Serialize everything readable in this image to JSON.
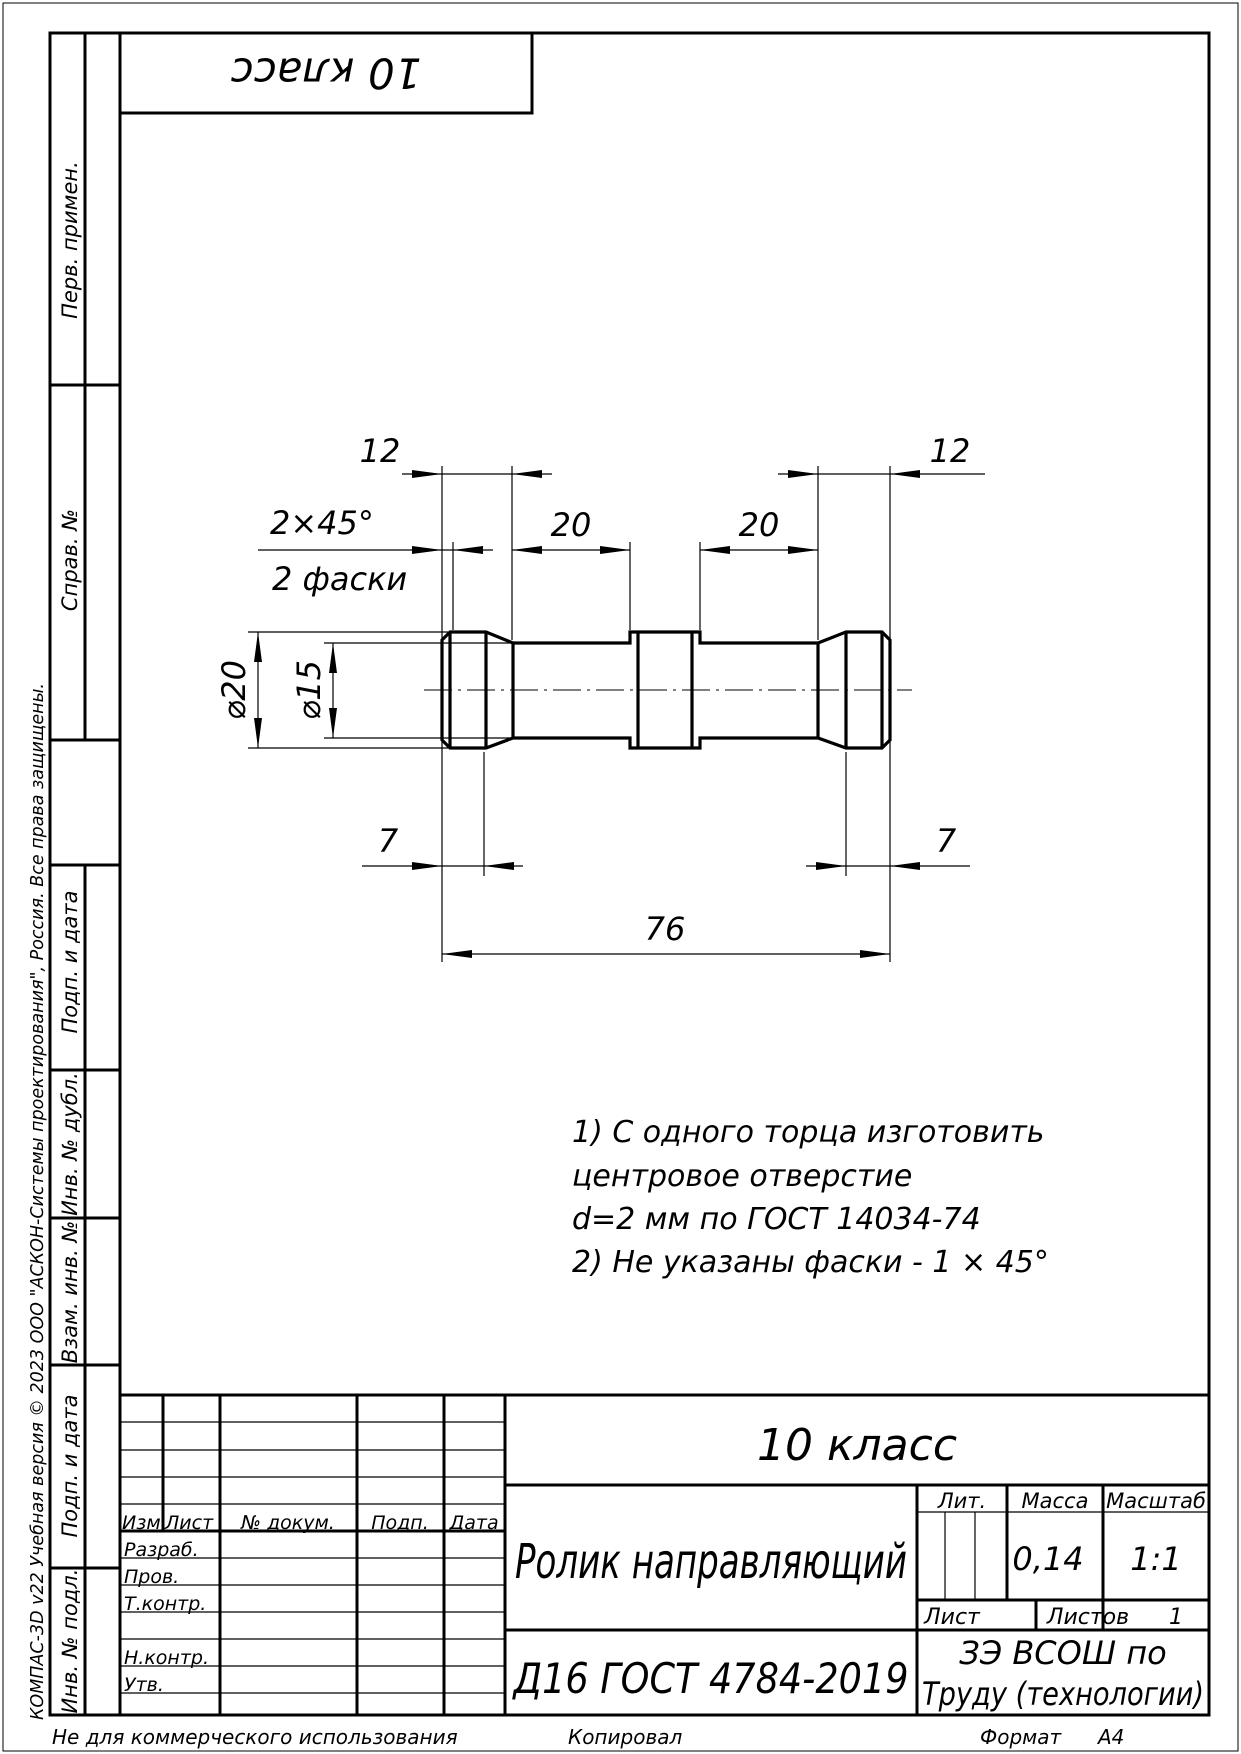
{
  "corner_stamp": "10 класс",
  "side_columns": {
    "first_use": "Перв. примен.",
    "reference_no": "Справ. №",
    "sign_date_1": "Подп. и дата",
    "dupl_inv_no": "Инв. № дубл.",
    "replaced_inv_no": "Взам. инв. №",
    "sign_date_2": "Подп. и дата",
    "orig_inv_no": "Инв. № подл."
  },
  "copyright": "КОМПАС-3D v22 Учебная версия © 2023 ООО \"АСКОН-Системы проектирования\", Россия. Все права защищены.",
  "dimensions": {
    "left_end_len": "12",
    "right_end_len": "12",
    "chamfer": "2×45°",
    "chamfer_count": "2 фаски",
    "left_shoulder": "20",
    "right_shoulder": "20",
    "outer_diameter": "⌀20",
    "inner_diameter": "⌀15",
    "left_taper": "7",
    "right_taper": "7",
    "overall_length": "76"
  },
  "notes": [
    "1) С одного торца изготовить",
    "центровое отверстие",
    "d=2 мм по ГОСТ 14034-74",
    "2) Не указаны фаски - 1 × 45°"
  ],
  "title_block": {
    "class_label": "10 класс",
    "columns": {
      "change": "Изм.",
      "sheet": "Лист",
      "doc_no": "№ докум.",
      "sign": "Подп.",
      "date": "Дата"
    },
    "roles": {
      "developed": "Разраб.",
      "checked": "Пров.",
      "tech_control": "Т.контр.",
      "norm_control": "Н.контр.",
      "approved": "Утв."
    },
    "part_name": "Ролик направляющий",
    "material": "Д16 ГОСТ 4784-2019",
    "lit_label": "Лит.",
    "mass_label": "Масса",
    "scale_label": "Масштаб",
    "mass": "0,14",
    "scale": "1:1",
    "sheet_label": "Лист",
    "sheets_label": "Листов",
    "sheets_total": "1",
    "organization": [
      "ЗЭ ВСОШ по",
      "Труду (технологии)"
    ]
  },
  "footer": {
    "non_commercial": "Не для коммерческого использования",
    "copied": "Копировал",
    "format_label": "Формат",
    "format_value": "A4"
  }
}
